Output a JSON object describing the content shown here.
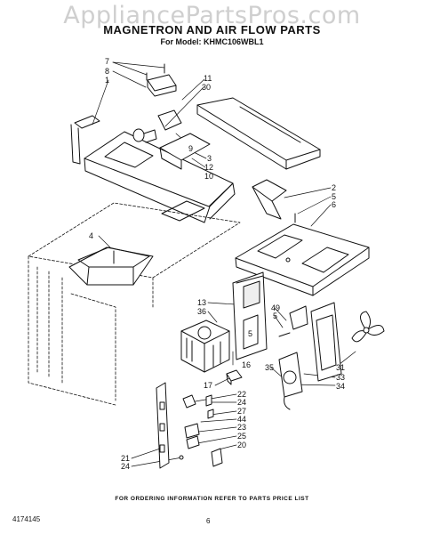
{
  "watermark": "AppliancePartsPros.com",
  "title": "MAGNETRON AND AIR FLOW PARTS",
  "subtitle": "For Model: KHMC106WBL1",
  "footer": "FOR ORDERING INFORMATION REFER TO PARTS PRICE LIST",
  "doc_number": "4174145",
  "page_number": "6",
  "callouts": [
    {
      "id": "c7a",
      "text": "7"
    },
    {
      "id": "c8",
      "text": "8"
    },
    {
      "id": "c1",
      "text": "1"
    },
    {
      "id": "c11",
      "text": "11"
    },
    {
      "id": "c30",
      "text": "30"
    },
    {
      "id": "c9",
      "text": "9"
    },
    {
      "id": "c3",
      "text": "3"
    },
    {
      "id": "c12",
      "text": "12"
    },
    {
      "id": "c10",
      "text": "10"
    },
    {
      "id": "c2",
      "text": "2"
    },
    {
      "id": "c5a",
      "text": "5"
    },
    {
      "id": "c6",
      "text": "6"
    },
    {
      "id": "c4",
      "text": "4"
    },
    {
      "id": "c13",
      "text": "13"
    },
    {
      "id": "c36",
      "text": "36"
    },
    {
      "id": "c5b",
      "text": "5"
    },
    {
      "id": "c49",
      "text": "49"
    },
    {
      "id": "c5c",
      "text": "5"
    },
    {
      "id": "c16",
      "text": "16"
    },
    {
      "id": "c17",
      "text": "17"
    },
    {
      "id": "c35",
      "text": "35"
    },
    {
      "id": "c31",
      "text": "31"
    },
    {
      "id": "c33",
      "text": "33"
    },
    {
      "id": "c34",
      "text": "34"
    },
    {
      "id": "c22",
      "text": "22"
    },
    {
      "id": "c24a",
      "text": "24"
    },
    {
      "id": "c27",
      "text": "27"
    },
    {
      "id": "c44",
      "text": "44"
    },
    {
      "id": "c23",
      "text": "23"
    },
    {
      "id": "c25",
      "text": "25"
    },
    {
      "id": "c20",
      "text": "20"
    },
    {
      "id": "c21",
      "text": "21"
    },
    {
      "id": "c24b",
      "text": "24"
    }
  ]
}
